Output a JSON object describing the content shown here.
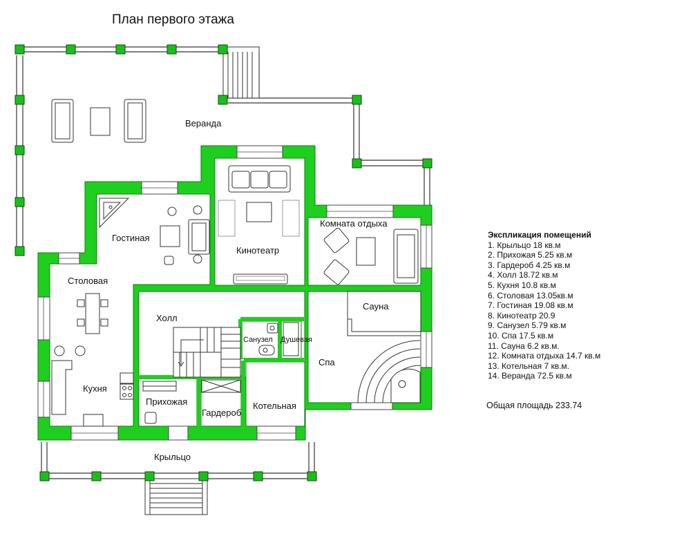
{
  "title": "План первого этажа",
  "rooms": {
    "veranda": "Веранда",
    "gostinaya": "Гостиная",
    "kinoteatr": "Кинотеатр",
    "komnata_otdykha": "Комната отдыха",
    "stolovaya": "Столовая",
    "holl": "Холл",
    "sauna": "Сауна",
    "sanuzel": "Санузел",
    "dushevaya": "Душевая",
    "spa": "Спа",
    "kuhnya": "Кухня",
    "prihozhaya": "Прихожая",
    "garderob": "Гардероб",
    "kotelnaya": "Котельная",
    "kryltso": "Крыльцо"
  },
  "legend": {
    "heading": "Экспликация помещений",
    "items": [
      "1. Крыльцо 18 кв.м",
      "2. Прихожая  5.25  кв.м",
      "3. Гардероб 4.25 кв.м",
      "4. Холл   18.72 кв.м",
      "5. Кухня  10.8 кв.м",
      "6. Столовая    13.05кв.м",
      "7. Гостиная 19.08 кв.м",
      "8. Кинотеатр 20.9",
      "9.  Санузел 5.79 кв.м",
      "10. Спа 17.5 кв.м",
      "11. Сауна 6.2 кв.м.",
      "12. Комната отдыха 14.7 кв.м",
      "13. Котельная  7 кв.м.",
      "14. Веранда   72.5 кв.м"
    ],
    "total": "Общая площадь 233.74"
  },
  "colors": {
    "wall": "#1fcf1f",
    "wall_edge": "#117a11",
    "post": "#1bbf1b",
    "line": "#222222"
  }
}
